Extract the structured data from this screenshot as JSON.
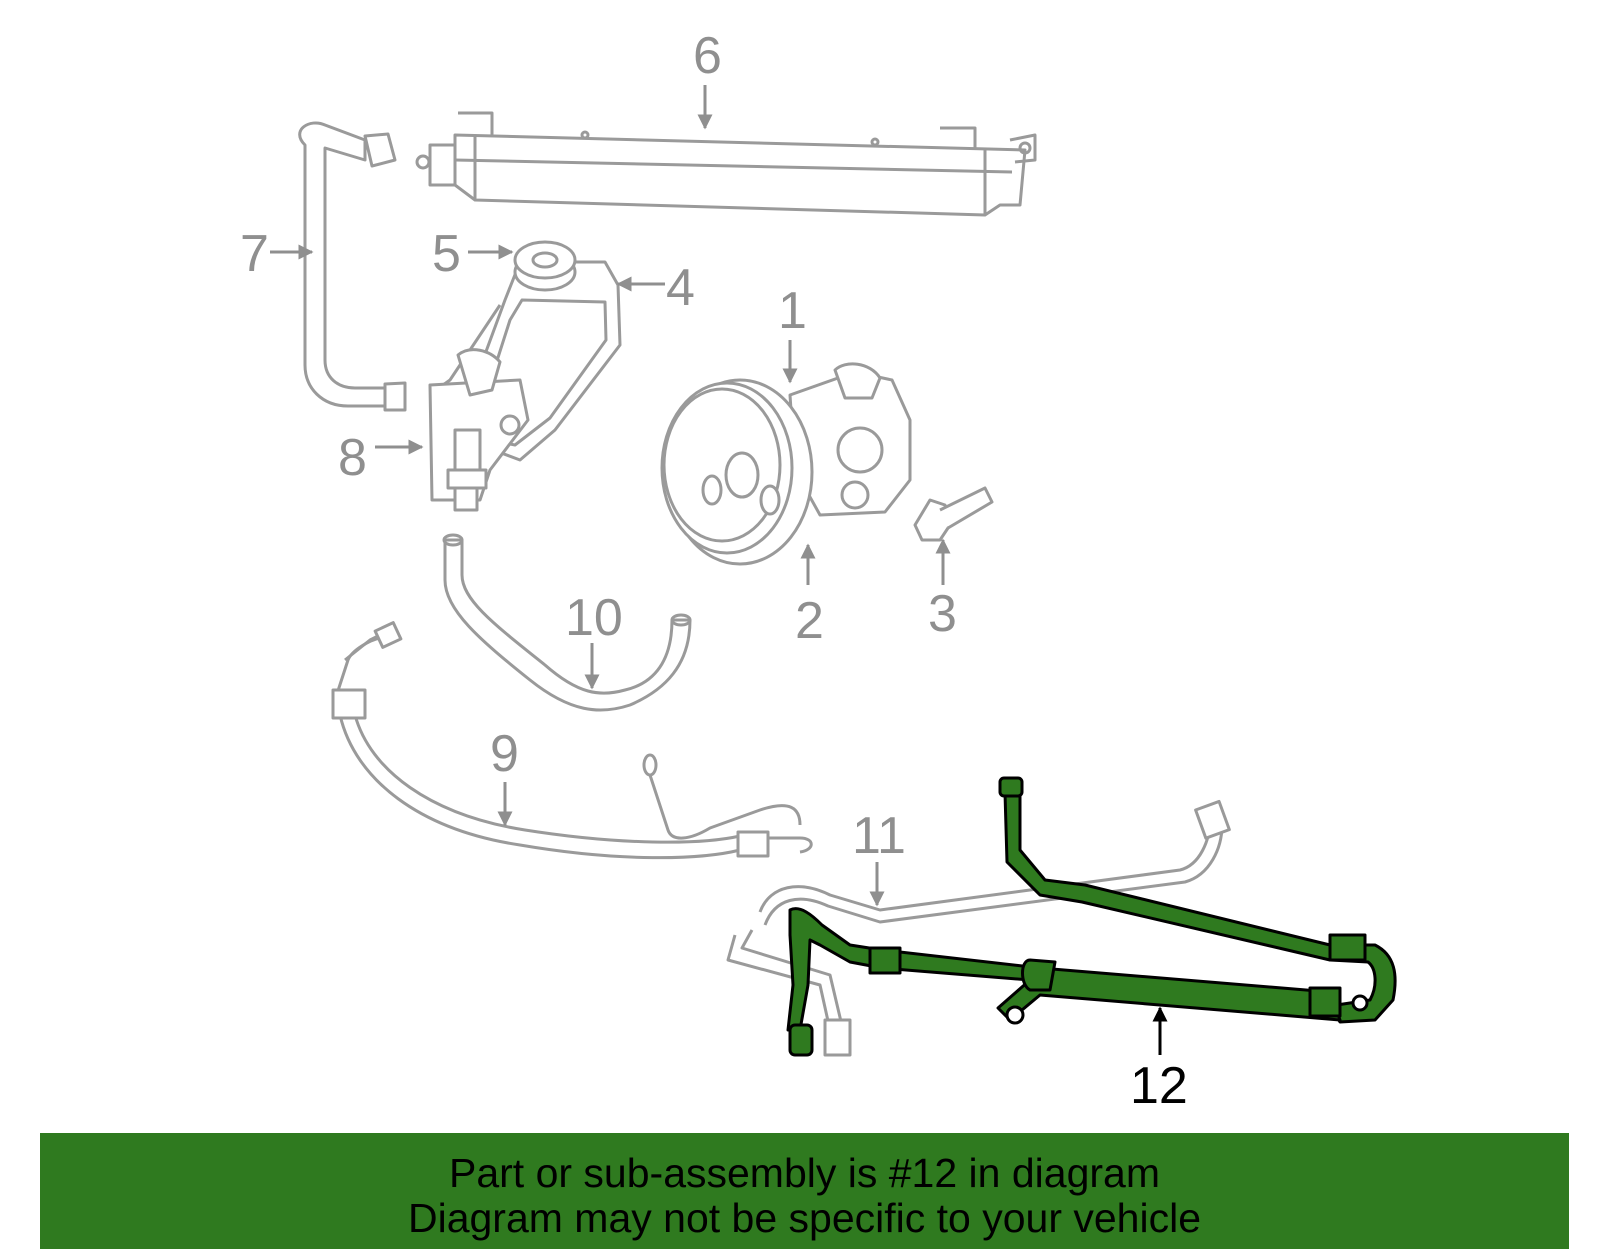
{
  "diagram": {
    "callouts": [
      {
        "id": "1",
        "label": "1",
        "active": false
      },
      {
        "id": "2",
        "label": "2",
        "active": false
      },
      {
        "id": "3",
        "label": "3",
        "active": false
      },
      {
        "id": "4",
        "label": "4",
        "active": false
      },
      {
        "id": "5",
        "label": "5",
        "active": false
      },
      {
        "id": "6",
        "label": "6",
        "active": false
      },
      {
        "id": "7",
        "label": "7",
        "active": false
      },
      {
        "id": "8",
        "label": "8",
        "active": false
      },
      {
        "id": "9",
        "label": "9",
        "active": false
      },
      {
        "id": "10",
        "label": "10",
        "active": false
      },
      {
        "id": "11",
        "label": "11",
        "active": false
      },
      {
        "id": "12",
        "label": "12",
        "active": true
      }
    ]
  },
  "banner": {
    "line1": "Part or sub-assembly is #12 in diagram",
    "line2": "Diagram may not be specific to your vehicle"
  },
  "colors": {
    "outline": "#9a9a9a",
    "highlight_fill": "#2f7a1f",
    "highlight_stroke": "#000000",
    "banner_bg": "#2f7a1f"
  }
}
